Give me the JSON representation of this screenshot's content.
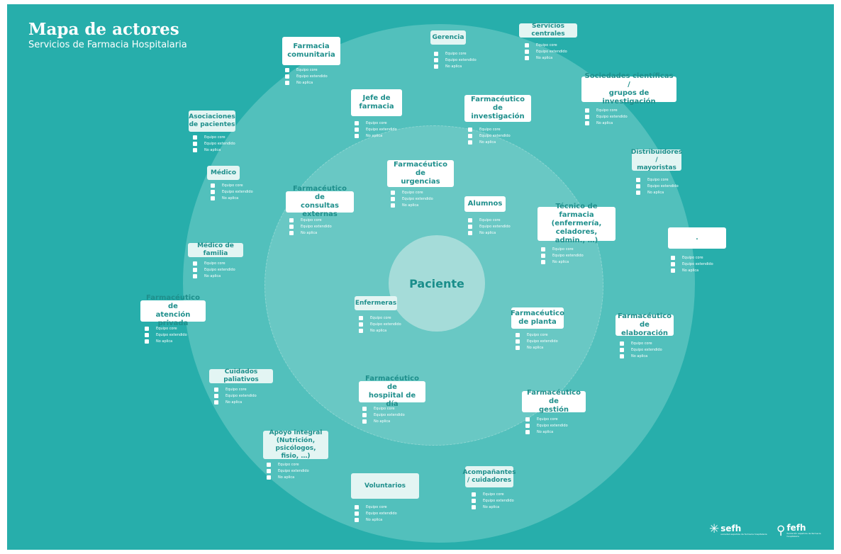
{
  "header": {
    "title": "Mapa de actores",
    "subtitle": "Servicios de Farmacia Hospitalaria"
  },
  "center": {
    "label": "Paciente"
  },
  "options": [
    "Equipo core",
    "Equipo extendido",
    "No aplica"
  ],
  "actors": {
    "farmacia_comunitaria": "Farmacia\ncomunitaria",
    "gerencia": "Gerencia",
    "servicios_centrales": "Servicios centrales",
    "sociedades": "Sociedades científicas /\ngrupos de investigación",
    "asociaciones": "Asociaciones\nde pacientes",
    "jefe_farmacia": "Jefe de\nfarmacia",
    "farm_investigacion": "Farmacéutico de\ninvestigación",
    "distribuidores": "Distribuidores /\nmayoristas",
    "medico": "Médico",
    "farm_urgencias": "Farmacéutico de\nurgencias",
    "farm_consultas": "Farmacéutico de\nconsultas externas",
    "alumnos": "Alumnos",
    "tecnico": "Técnico de farmacia\n(enfermería, celadores,\nadmin., …)",
    "blank": ".",
    "medico_familia": "Médico de familia",
    "enfermeras": "Enfermeras",
    "farm_privada": "Farmacéutico de\natención privada",
    "farm_planta": "Farmacéutico\nde planta",
    "farm_elaboracion": "Farmacéutico de\nelaboración",
    "cuidados": "Cuidados paliativos",
    "farm_hospital_dia": "Farmacéutico de\nhospiital de día",
    "farm_gestion": "Farmacéutico de\ngestión",
    "apoyo": "Apoyo integral\n(Nutrición, psicólogos,\nfisio, …)",
    "voluntarios": "Voluntarios",
    "acompanantes": "Acompañantes\n/ cuidadores"
  },
  "logos": {
    "sefh": "sefh",
    "sefh_tag": "sociedad española de farmacia hospitalaria",
    "fefh": "fefh",
    "fefh_tag": "fundación española de farmacia hospitalaria"
  }
}
